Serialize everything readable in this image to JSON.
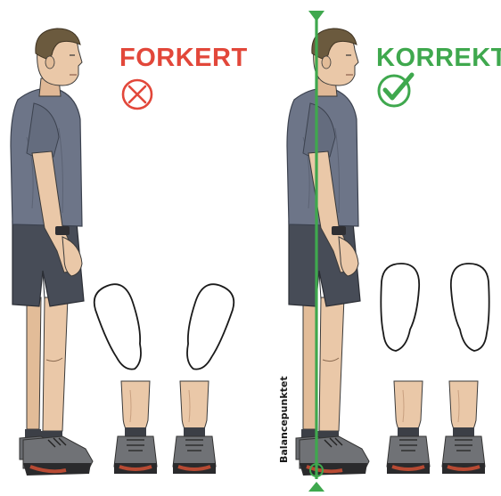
{
  "labels": {
    "wrong": "FORKERT",
    "correct": "KORREKT",
    "balance": "Balancepunktet"
  },
  "icons": {
    "wrong": "cross-circle-icon",
    "correct": "check-circle-icon",
    "marker_top": "triangle-down-icon",
    "marker_bottom": "triangle-up-icon"
  },
  "colors": {
    "wrong": "#e2473a",
    "correct": "#3fa84e",
    "shirt": "#6d7588",
    "shorts": "#474c57",
    "skin": "#eac8a8",
    "hair": "#6b5a3e",
    "shoe": "#707276",
    "sole": "#b84a33"
  }
}
